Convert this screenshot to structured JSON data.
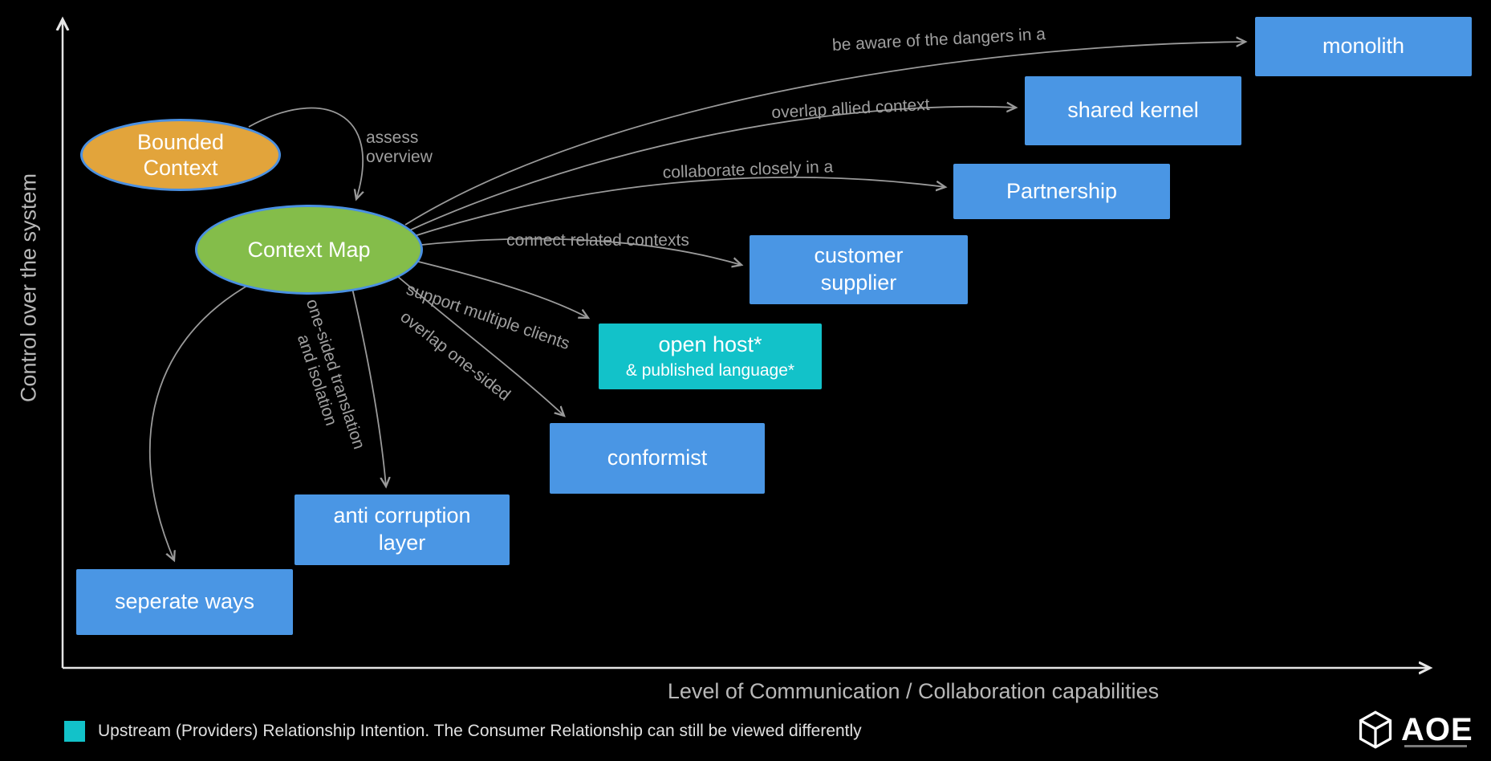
{
  "axes": {
    "y_label": "Control over the system",
    "x_label": "Level of Communication / Collaboration capabilities"
  },
  "nodes": {
    "bounded_context": "Bounded\nContext",
    "context_map": "Context Map",
    "monolith": "monolith",
    "shared_kernel": "shared kernel",
    "partnership": "Partnership",
    "customer_supplier": "customer\nsupplier",
    "open_host_title": "open host*",
    "open_host_sub": "& published language*",
    "conformist": "conformist",
    "anti_corruption_layer": "anti corruption\nlayer",
    "seperate_ways": "seperate ways"
  },
  "edge_labels": {
    "assess_overview": "assess\noverview",
    "be_aware": "be aware of the dangers in a",
    "overlap_allied": "overlap allied context",
    "collaborate_closely": "collaborate closely in a",
    "connect_related": "connect related contexts",
    "support_multiple": "support multiple clients",
    "overlap_one_sided": "overlap one-sided",
    "one_sided_translation": "one-sided translation\nand isolation"
  },
  "legend": {
    "text": "Upstream (Providers) Relationship Intention. The Consumer Relationship can still be viewed differently",
    "swatch_color": "#12c2c9"
  },
  "logo": {
    "text": "AOE"
  },
  "colors": {
    "background": "#000000",
    "box_blue": "#4a96e4",
    "box_teal": "#12c2c9",
    "ellipse_orange": "#e2a43b",
    "ellipse_green": "#84bd4a",
    "arrow_gray": "#9a9a9a",
    "axis_gray": "#e5e5e5"
  }
}
